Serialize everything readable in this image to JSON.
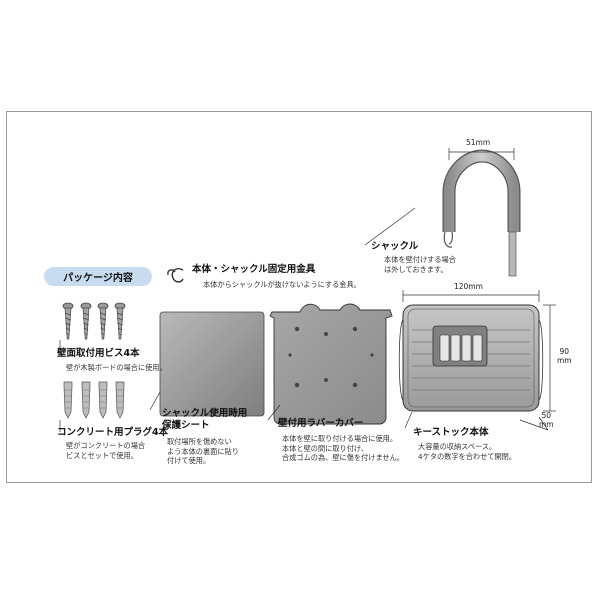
{
  "package_title": "パッケージ内容",
  "parts": {
    "stopper": {
      "label": "本体・シャックル固定用金具",
      "desc": "本体からシャックルが抜けないようにする金具。"
    },
    "screws": {
      "label": "壁面取付用ビス4本",
      "desc": "壁が木製ボードの場合に使用。"
    },
    "plugs": {
      "label": "コンクリート用プラグ4本",
      "desc": [
        "壁がコンクリートの場合",
        "ビスとセットで使用。"
      ]
    },
    "sheet": {
      "label": [
        "シャックル使用時用",
        "保護シート"
      ],
      "desc": [
        "取付場所を傷めない",
        "よう本体の裏面に貼り",
        "付けて使用。"
      ]
    },
    "cover": {
      "label": "壁付用ラバーカバー",
      "desc": [
        "本体を壁に取り付ける場合に使用。",
        "本体と壁の間に取り付け、",
        "合成ゴムの為、壁に傷を付けません。"
      ]
    },
    "shackle": {
      "label": "シャックル",
      "desc": [
        "本体を壁付けする場合",
        "は外しておきます。"
      ]
    },
    "keystock": {
      "label": "キーストック本体",
      "desc": [
        "大容量の収納スペース。",
        "4ケタの数字を合わせて開閉。"
      ]
    }
  },
  "dimensions": {
    "shackle_width": "51mm",
    "body_width": "120mm",
    "body_height": [
      "90",
      "mm"
    ],
    "body_depth": [
      "50",
      "mm"
    ]
  }
}
